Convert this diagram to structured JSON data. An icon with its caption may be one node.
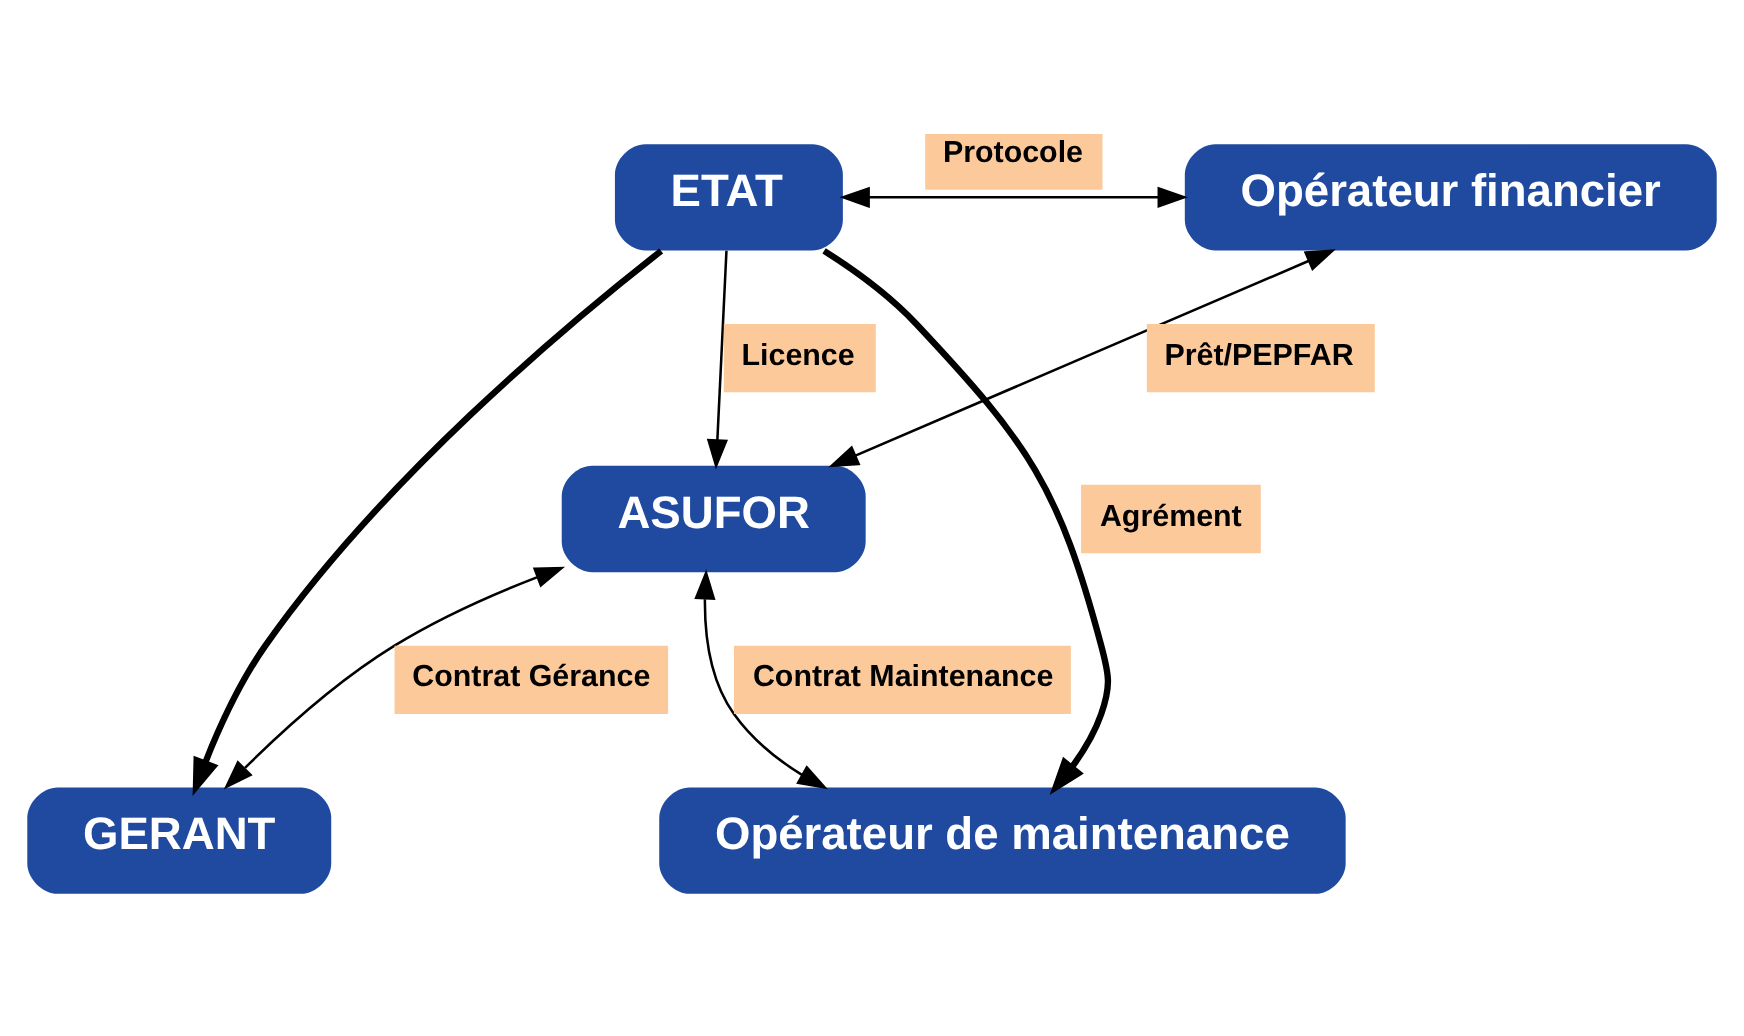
{
  "diagram": {
    "nodes": [
      {
        "text": [
          "ETAT"
        ]
      },
      {
        "text": [
          "Opérateur financier"
        ]
      },
      {
        "text": [
          "ASUFOR"
        ]
      },
      {
        "text": [
          "GERANT"
        ]
      },
      {
        "text": [
          "Opérateur de maintenance"
        ]
      }
    ],
    "edges": [
      {
        "from": 0,
        "to": 1,
        "arrow": "both",
        "label": "Protocole"
      },
      {
        "from": 0,
        "to": 2,
        "arrow": "to",
        "label": "Licence"
      },
      {
        "from": 1,
        "to": 2,
        "arrow": "both",
        "label": "Prêt/PEPFAR"
      },
      {
        "from": 0,
        "to": 3,
        "arrow": "to",
        "style": "thick"
      },
      {
        "from": 0,
        "to": 4,
        "arrow": "to",
        "style": "thick",
        "label": "Agrément"
      },
      {
        "from": 3,
        "to": 2,
        "arrow": "both",
        "label": "Contrat Gérance"
      },
      {
        "from": 2,
        "to": 4,
        "arrow": "both",
        "label": "Contrat Maintenance"
      }
    ]
  }
}
